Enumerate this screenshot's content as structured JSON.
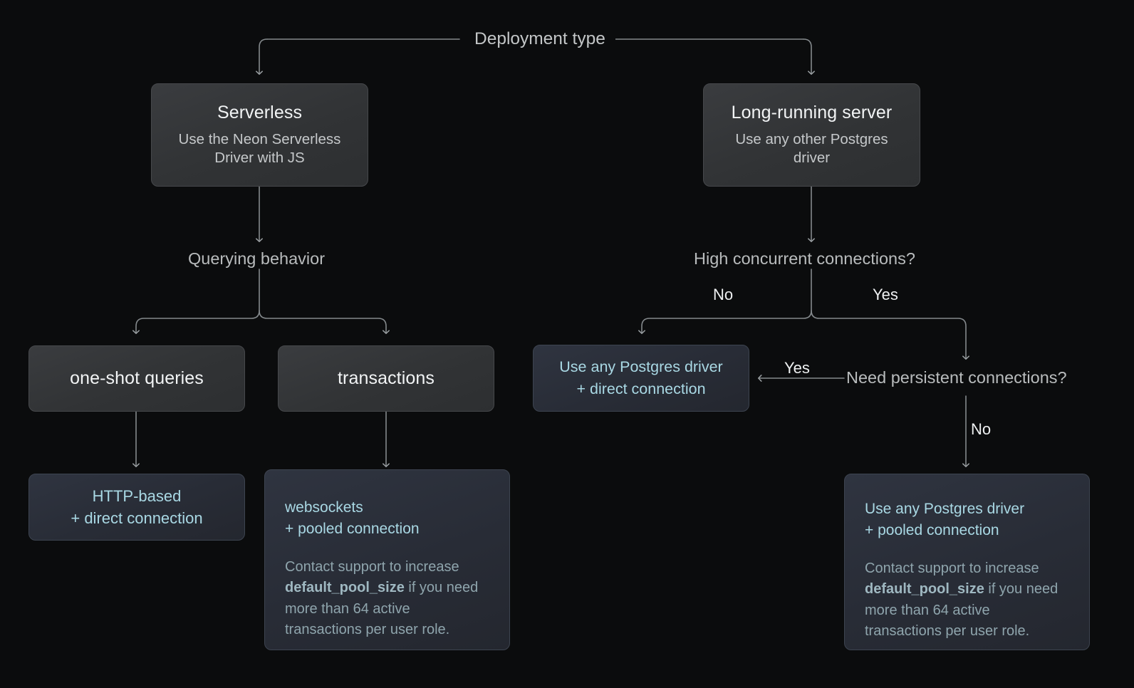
{
  "diagram": {
    "title": "Deployment type",
    "background_color": "#0b0c0d",
    "accent_color": "#a9d8e4"
  },
  "decisions": {
    "root": "Deployment type",
    "querying_behavior": "Querying behavior",
    "high_concurrent": "High concurrent connections?",
    "need_persistent": "Need persistent connections?"
  },
  "edge_labels": {
    "hc_no": "No",
    "hc_yes": "Yes",
    "np_yes": "Yes",
    "np_no": "No"
  },
  "nodes": {
    "serverless": {
      "title": "Serverless",
      "subtitle": "Use the Neon Serverless Driver with JS"
    },
    "long_running": {
      "title": "Long-running server",
      "subtitle": "Use any other Postgres driver"
    },
    "one_shot": {
      "title": "one-shot queries"
    },
    "transactions": {
      "title": "transactions"
    },
    "http_direct": {
      "title": "HTTP-based\n+ direct connection"
    },
    "websockets_pooled": {
      "title": "websockets\n+ pooled connection",
      "note_before": "Contact support to increase ",
      "note_code": "default_pool_size",
      "note_after": " if you need more than 64 active transactions per user role."
    },
    "pg_direct": {
      "title": "Use any Postgres driver\n+ direct connection"
    },
    "pg_pooled": {
      "title": "Use any Postgres driver\n+ pooled connection",
      "note_before": "Contact support to increase ",
      "note_code": "default_pool_size",
      "note_after": " if you need more than 64 active transactions per user role."
    }
  }
}
